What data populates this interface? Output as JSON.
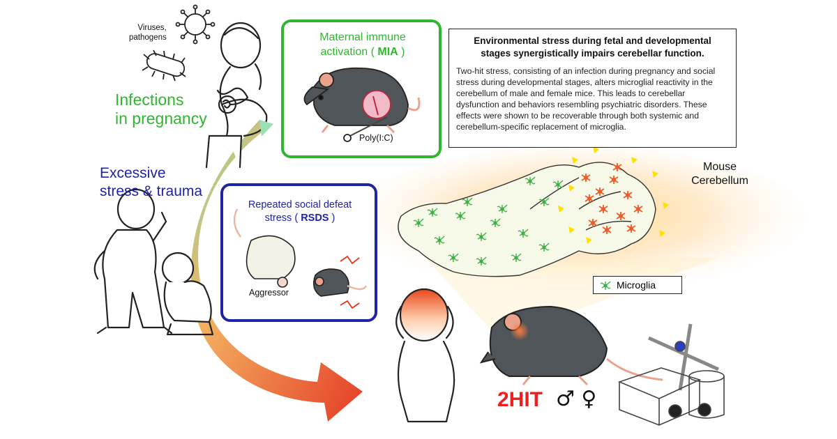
{
  "viruses_label_line1": "Viruses,",
  "viruses_label_line2": "pathogens",
  "infections_line1": "Infections",
  "infections_line2": "in pregnancy",
  "mia_line1": "Maternal immune",
  "mia_line2_prefix": "activation (",
  "mia_abbrev": "MIA",
  "mia_line2_suffix": ")",
  "poly_label": "Poly(I:C)",
  "stress_line1": "Excessive",
  "stress_line2": "stress & trauma",
  "rsds_line1": "Repeated social defeat",
  "rsds_line2_prefix": "stress (",
  "rsds_abbrev": "RSDS",
  "rsds_line2_suffix": ")",
  "aggressor_label": "Aggressor",
  "info_heading_line1": "Environmental stress during fetal and developmental",
  "info_heading_line2": "stages synergistically impairs cerebellar function.",
  "info_body": "Two-hit stress, consisting of an infection during pregnancy and social stress during developmental stages, alters microglial reactivity in the cerebellum of male and female mice. This leads to cerebellar dysfunction and behaviors resembling psychiatric disorders. These effects were shown to be recoverable through both systemic and cerebellum-specific replacement of microglia.",
  "cerebellum_line1": "Mouse",
  "cerebellum_line2": "Cerebellum",
  "microglia_legend": "Microglia",
  "twohit_label": "2HIT",
  "sex_symbols": "♂ ♀",
  "colors": {
    "infection_green": "#2fb52f",
    "stress_blue": "#1f23a8",
    "hit_red": "#f01e1e",
    "microglia_green": "#3cb043",
    "activated_red": "#f05a28",
    "highlight_yellow": "#ffe100"
  }
}
